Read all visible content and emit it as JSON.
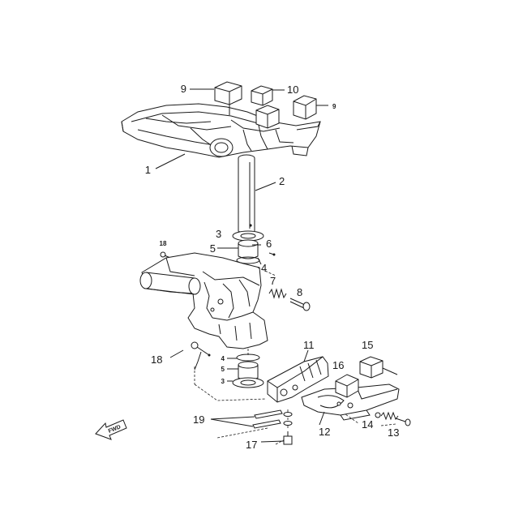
{
  "callouts": {
    "c1": "1",
    "c2": "2",
    "c3a": "3",
    "c3b": "3",
    "c4a": "4",
    "c4b": "4",
    "c5a": "5",
    "c5b": "5",
    "c6": "6",
    "c7": "7",
    "c8": "8",
    "c9a": "9",
    "c9b": "9",
    "c10": "10",
    "c11": "11",
    "c12": "12",
    "c13": "13",
    "c14": "14",
    "c15": "15",
    "c16": "16",
    "c17": "17",
    "c18a": "18",
    "c18b": "18",
    "c19": "19"
  },
  "fwd_label": "FWD"
}
